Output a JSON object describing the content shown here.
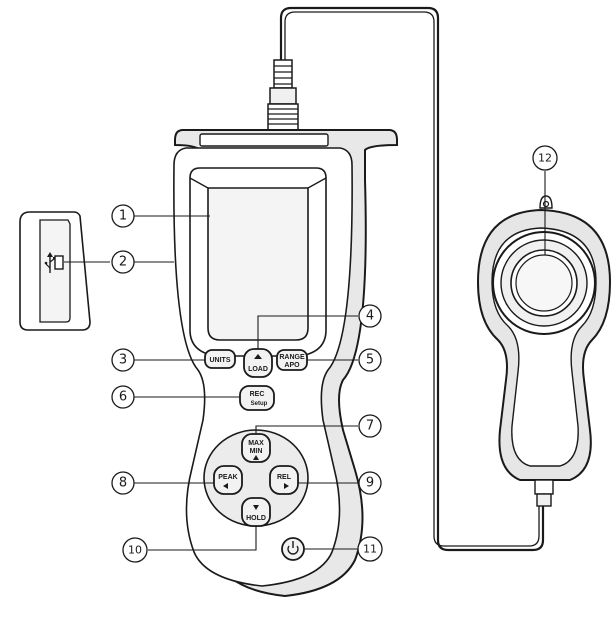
{
  "callouts": [
    {
      "id": "1",
      "label": "1"
    },
    {
      "id": "2",
      "label": "2"
    },
    {
      "id": "3",
      "label": "3"
    },
    {
      "id": "4",
      "label": "4"
    },
    {
      "id": "5",
      "label": "5"
    },
    {
      "id": "6",
      "label": "6"
    },
    {
      "id": "7",
      "label": "7"
    },
    {
      "id": "8",
      "label": "8"
    },
    {
      "id": "9",
      "label": "9"
    },
    {
      "id": "10",
      "label": "10"
    },
    {
      "id": "11",
      "label": "11"
    },
    {
      "id": "12",
      "label": "12"
    }
  ],
  "buttons": {
    "units": "UNITS",
    "load": "LOAD",
    "range_top": "RANGE",
    "range_bottom": "APO",
    "rec_top": "REC",
    "rec_bottom": "Setup",
    "maxmin_top": "MAX",
    "maxmin_bottom": "MIN",
    "peak": "PEAK",
    "rel": "REL",
    "hold": "HOLD"
  },
  "icons": {
    "usb": "usb-icon",
    "power": "power-icon"
  }
}
